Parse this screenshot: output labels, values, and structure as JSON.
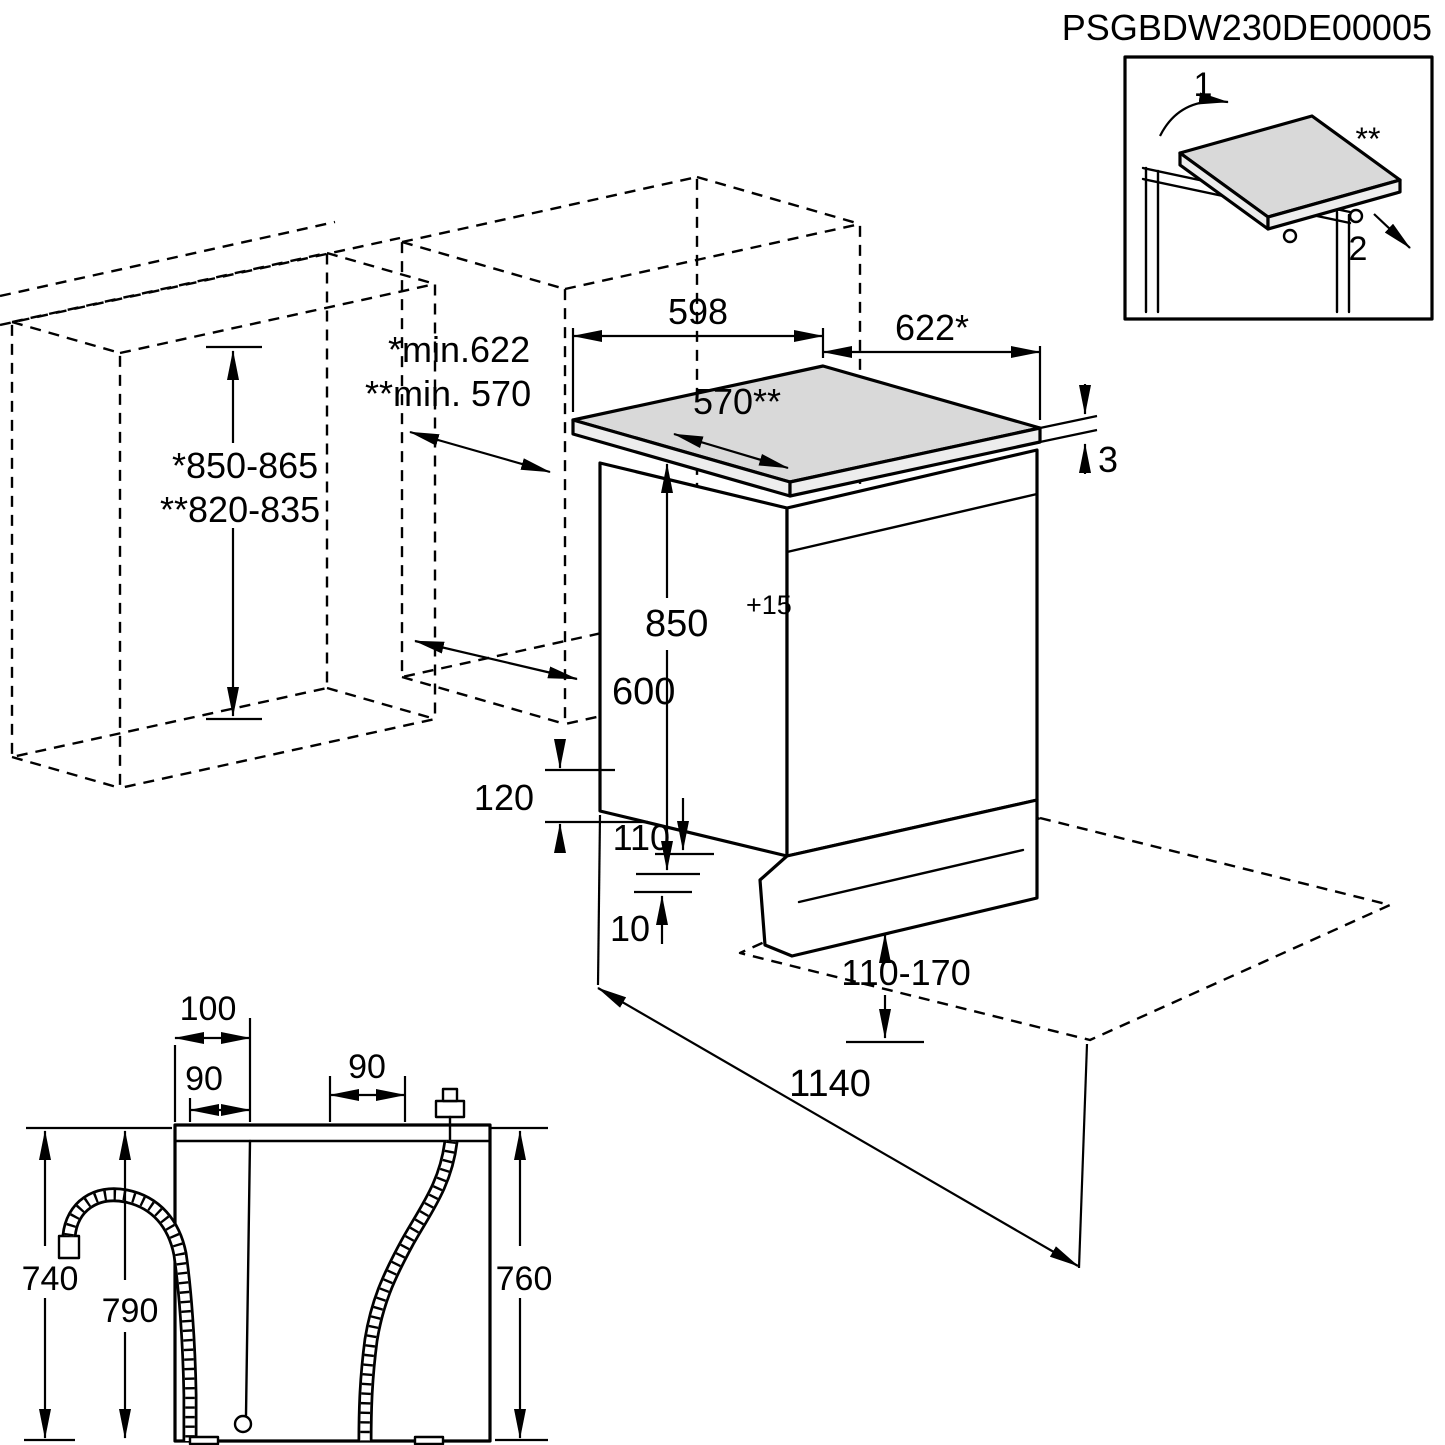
{
  "header": {
    "code": "PSGBDW230DE00005"
  },
  "inset": {
    "step1": "1",
    "step2": "2",
    "stars": "**"
  },
  "main": {
    "width_top": "598",
    "depth_top": "622*",
    "niche_min1": "*min.622",
    "niche_min2": "**min. 570",
    "worktop_depth": "570**",
    "worktop_thickness": "3",
    "niche_height1": "*850-865",
    "niche_height2": "**820-835",
    "height_value": "850",
    "height_tolerance": "+15",
    "depth_cabinet": "600",
    "dim_120": "120",
    "dim_110": "110",
    "dim_10": "10",
    "feet_range": "110-170",
    "door_open_depth": "1140"
  },
  "rear": {
    "dim_100": "100",
    "dim_90_left": "90",
    "dim_90_right": "90",
    "dim_740": "740",
    "dim_790": "790",
    "dim_760": "760"
  }
}
